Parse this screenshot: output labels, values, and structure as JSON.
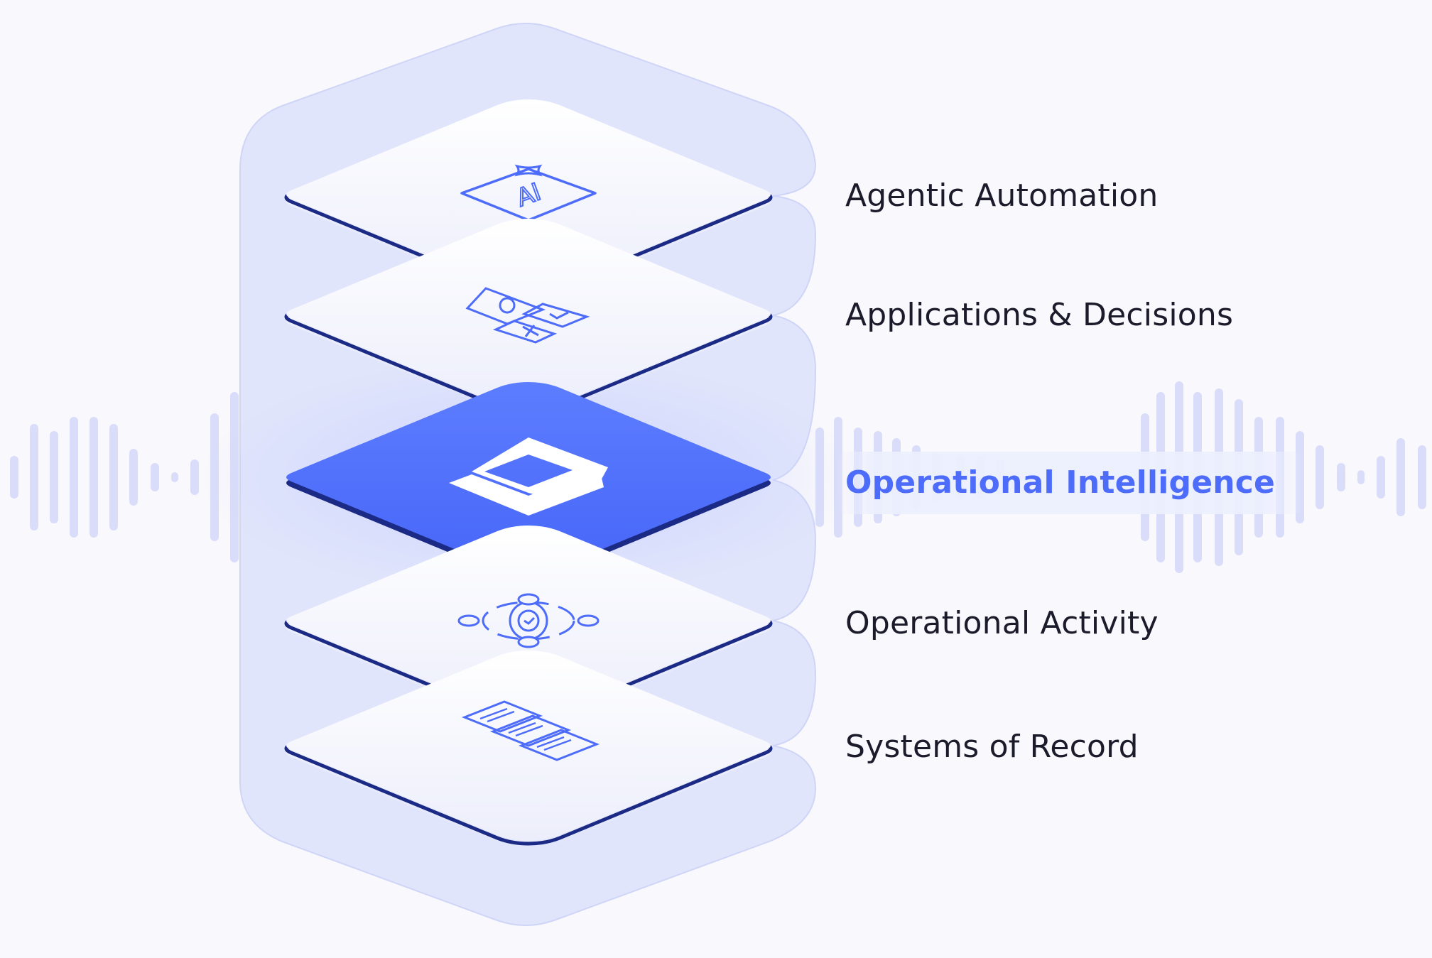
{
  "layers": [
    {
      "label": "Agentic Automation",
      "icon": "ai-sparkle-icon",
      "highlighted": false
    },
    {
      "label": "Applications & Decisions",
      "icon": "apps-decisions-icon",
      "highlighted": false
    },
    {
      "label": "Operational Intelligence",
      "icon": "stacked-square-logo-icon",
      "highlighted": true
    },
    {
      "label": "Operational Activity",
      "icon": "gear-network-icon",
      "highlighted": false
    },
    {
      "label": "Systems of Record",
      "icon": "server-stack-icon",
      "highlighted": false
    }
  ],
  "colors": {
    "background": "#f9f8fc",
    "container": "#e1e5fb",
    "plate": "#f4f4fb",
    "plate_edge": "#1b2a84",
    "accent": "#4d6cfa",
    "icon_stroke": "#4d6cfa",
    "wave": "#cdd4f8",
    "label_text": "#1b1b2b"
  },
  "icon_text": {
    "ai": "AI"
  }
}
